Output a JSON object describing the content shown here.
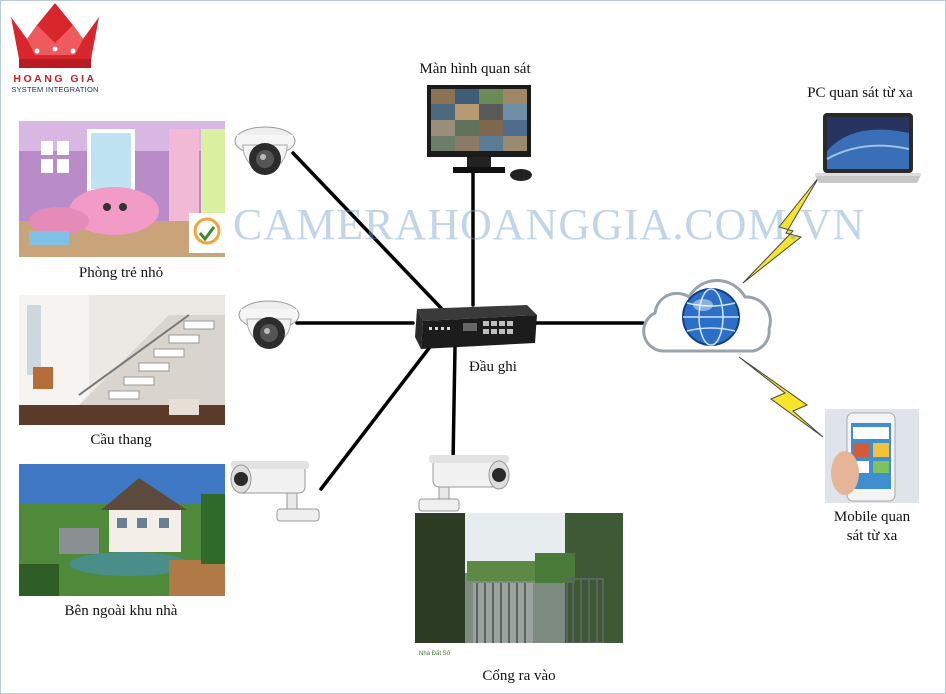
{
  "brand": {
    "name": "HOANG GIA",
    "tagline": "SYSTEM INTEGRATION",
    "watermark": "CAMERAHOANGGIA.COM.VN"
  },
  "nodes": {
    "monitor": "Màn hình quan sát",
    "pc": "PC quan sát từ xa",
    "kids_room": "Phòng trẻ nhỏ",
    "staircase": "Cầu thang",
    "outside": "Bên ngoài khu nhà",
    "recorder": "Đầu ghi",
    "mobile_line1": "Mobile quan",
    "mobile_line2": "sát từ xa",
    "gate": "Cổng ra vào"
  },
  "photo_captions": {
    "gate_badge": "Nhà Đất Số"
  },
  "colors": {
    "brand_red": "#c62025",
    "wire": "#000000",
    "lightning": "#f7e42b",
    "watermark": "#9ab7d6"
  },
  "icons": [
    "dome-camera-icon",
    "bullet-camera-icon",
    "dvr-recorder-icon",
    "monitor-icon",
    "laptop-icon",
    "cloud-globe-icon",
    "smartphone-icon",
    "lightning-icon",
    "crown-logo-icon"
  ]
}
